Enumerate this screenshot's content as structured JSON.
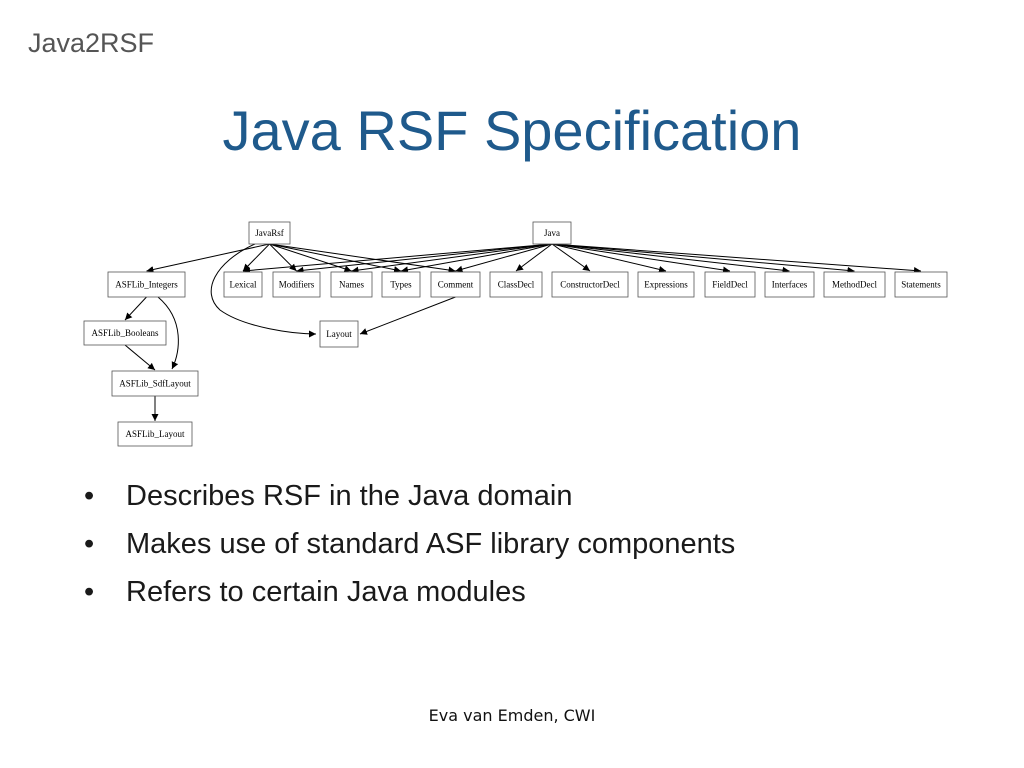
{
  "slide": {
    "corner_title": "Java2RSF",
    "title": "Java RSF Specification",
    "footer": "Eva van Emden, CWI",
    "bullets": [
      "Describes RSF in the Java domain",
      "Makes use of standard ASF library components",
      "Refers to certain Java modules"
    ]
  },
  "diagram": {
    "nodes": [
      {
        "id": "JavaRsf",
        "label": "JavaRsf"
      },
      {
        "id": "Java",
        "label": "Java"
      },
      {
        "id": "ASFLib_Integers",
        "label": "ASFLib_Integers"
      },
      {
        "id": "Lexical",
        "label": "Lexical"
      },
      {
        "id": "Modifiers",
        "label": "Modifiers"
      },
      {
        "id": "Names",
        "label": "Names"
      },
      {
        "id": "Types",
        "label": "Types"
      },
      {
        "id": "Comment",
        "label": "Comment"
      },
      {
        "id": "ClassDecl",
        "label": "ClassDecl"
      },
      {
        "id": "ConstructorDecl",
        "label": "ConstructorDecl"
      },
      {
        "id": "Expressions",
        "label": "Expressions"
      },
      {
        "id": "FieldDecl",
        "label": "FieldDecl"
      },
      {
        "id": "Interfaces",
        "label": "Interfaces"
      },
      {
        "id": "MethodDecl",
        "label": "MethodDecl"
      },
      {
        "id": "Statements",
        "label": "Statements"
      },
      {
        "id": "ASFLib_Booleans",
        "label": "ASFLib_Booleans"
      },
      {
        "id": "Layout",
        "label": "Layout"
      },
      {
        "id": "ASFLib_SdfLayout",
        "label": "ASFLib_SdfLayout"
      },
      {
        "id": "ASFLib_Layout",
        "label": "ASFLib_Layout"
      }
    ],
    "edges": [
      {
        "from": "JavaRsf",
        "to": "ASFLib_Integers"
      },
      {
        "from": "JavaRsf",
        "to": "Lexical"
      },
      {
        "from": "JavaRsf",
        "to": "Modifiers"
      },
      {
        "from": "JavaRsf",
        "to": "Names"
      },
      {
        "from": "JavaRsf",
        "to": "Types"
      },
      {
        "from": "JavaRsf",
        "to": "Comment"
      },
      {
        "from": "JavaRsf",
        "to": "Layout"
      },
      {
        "from": "Java",
        "to": "Lexical"
      },
      {
        "from": "Java",
        "to": "Modifiers"
      },
      {
        "from": "Java",
        "to": "Names"
      },
      {
        "from": "Java",
        "to": "Types"
      },
      {
        "from": "Java",
        "to": "Comment"
      },
      {
        "from": "Java",
        "to": "ClassDecl"
      },
      {
        "from": "Java",
        "to": "ConstructorDecl"
      },
      {
        "from": "Java",
        "to": "Expressions"
      },
      {
        "from": "Java",
        "to": "FieldDecl"
      },
      {
        "from": "Java",
        "to": "Interfaces"
      },
      {
        "from": "Java",
        "to": "MethodDecl"
      },
      {
        "from": "Java",
        "to": "Statements"
      },
      {
        "from": "ASFLib_Integers",
        "to": "ASFLib_Booleans"
      },
      {
        "from": "ASFLib_Integers",
        "to": "ASFLib_SdfLayout"
      },
      {
        "from": "ASFLib_Booleans",
        "to": "ASFLib_SdfLayout"
      },
      {
        "from": "ASFLib_SdfLayout",
        "to": "ASFLib_Layout"
      },
      {
        "from": "Comment",
        "to": "Layout"
      }
    ]
  }
}
